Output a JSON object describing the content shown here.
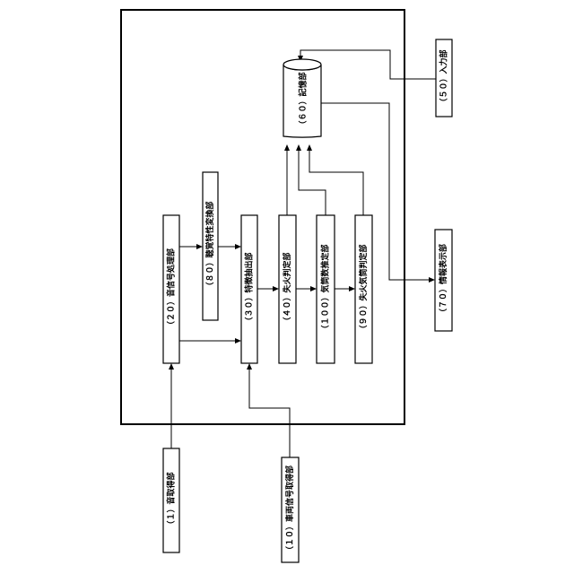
{
  "diagram": {
    "boxes": {
      "sound_acquisition": "（１）音取得部",
      "vehicle_signal_acquisition": "（１０）車両信号取得部",
      "sound_signal_processing": "（２０）音信号処理部",
      "feature_extraction": "（３０）特徴抽出部",
      "misfire_judgment": "（４０）失火判定部",
      "input_unit": "（５０）入力部",
      "storage_unit": "（６０）記憶部",
      "info_display": "（７０）情報表示部",
      "transfer_characteristic_conversion": "（８０）聴覚特性変換部",
      "misfire_cylinder_judgment": "（９０）失火気筒判定部",
      "cylinder_count_estimation": "（１００）気筒数推定部"
    }
  }
}
